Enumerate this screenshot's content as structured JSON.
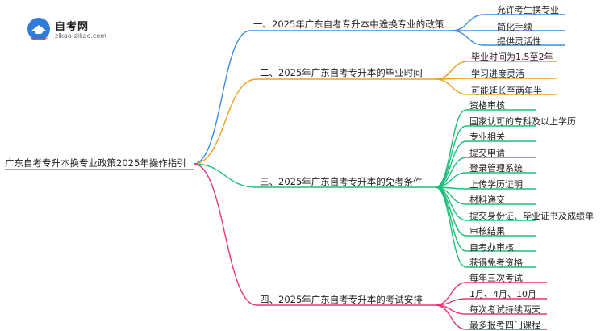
{
  "logo": {
    "title": "自考网",
    "url": "zikao-zikao.com"
  },
  "root": "广东自考专升本换专业政策2025年操作指引",
  "colors": {
    "b1": "#3a8ee6",
    "b2": "#f0a020",
    "b3": "#1cbf7a",
    "b4": "#e8357a"
  },
  "branches": [
    {
      "label": "一、2025年广东自考专升本中途换专业的政策",
      "leaves": [
        "允许考生换专业",
        "简化手续",
        "提供灵活性"
      ]
    },
    {
      "label": "二、2025年广东自考专升本的毕业时间",
      "leaves": [
        "毕业时间为1.5至2年",
        "学习进度灵活",
        "可能延长至两年半"
      ]
    },
    {
      "label": "三、2025年广东自考专升本的免考条件",
      "leaves": [
        "资格审核",
        "国家认可的专科及以上学历",
        "专业相关",
        "提交申请",
        "登录管理系统",
        "上传学历证明",
        "材料递交",
        "提交身份证、毕业证书及成绩单",
        "审核结果",
        "自考办审核",
        "获得免考资格"
      ]
    },
    {
      "label": "四、2025年广东自考专升本的考试安排",
      "leaves": [
        "每年三次考试",
        "1月、4月、10月",
        "每次考试持续两天",
        "最多报考四门课程"
      ]
    }
  ]
}
